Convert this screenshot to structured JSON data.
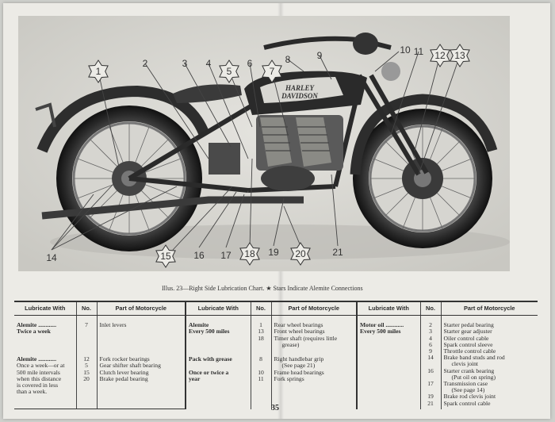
{
  "caption": "Illus. 23—Right Side Lubrication Chart.  ★ Stars Indicate Alemite Connections",
  "callouts": [
    {
      "label": "1",
      "star": true
    },
    {
      "label": "2",
      "star": false
    },
    {
      "label": "3",
      "star": false
    },
    {
      "label": "4",
      "star": false
    },
    {
      "label": "5",
      "star": true
    },
    {
      "label": "6",
      "star": false
    },
    {
      "label": "7",
      "star": true
    },
    {
      "label": "8",
      "star": false
    },
    {
      "label": "9",
      "star": false
    },
    {
      "label": "10",
      "star": false
    },
    {
      "label": "11",
      "star": false
    },
    {
      "label": "12",
      "star": true
    },
    {
      "label": "13",
      "star": true
    },
    {
      "label": "14",
      "star": false
    },
    {
      "label": "15",
      "star": true
    },
    {
      "label": "16",
      "star": false
    },
    {
      "label": "17",
      "star": false
    },
    {
      "label": "18",
      "star": true
    },
    {
      "label": "19",
      "star": false
    },
    {
      "label": "20",
      "star": true
    },
    {
      "label": "21",
      "star": false
    }
  ],
  "tank_logo": "HARLEY-DAVIDSON",
  "table": {
    "headers": [
      "Lubricate With",
      "No.",
      "Part of Motorcycle",
      "Lubricate With",
      "No.",
      "Part of Motorcycle",
      "Lubricate With",
      "No.",
      "Part of Motorcycle"
    ],
    "col1": {
      "g1_lub": [
        "Alemite ............",
        "Twice a week"
      ],
      "g1_nos": [
        "7"
      ],
      "g1_parts": [
        "Inlet levers"
      ],
      "g2_lub": [
        "Alemite ............",
        "Once a week—or at",
        "500 mile intervals",
        "when this distance",
        "is covered in less",
        "than a week."
      ],
      "g2_nos": [
        "12",
        "5",
        "15",
        "20"
      ],
      "g2_parts": [
        "Fork rocker bearings",
        "Gear shifter shaft bearing",
        "Clutch lever bearing",
        "Brake pedal bearing"
      ]
    },
    "col2": {
      "g1_lub": [
        "Alemite",
        "Every 500 miles"
      ],
      "g1_nos": [
        "1",
        "13",
        "18",
        "",
        ""
      ],
      "g1_parts": [
        "Rear wheel bearings",
        "Front wheel bearings",
        "Timer shaft (requires little",
        "grease)"
      ],
      "g2_lub": [
        "Pack with grease",
        "",
        "Once or twice a",
        "year"
      ],
      "g2_nos": [
        "8",
        "",
        "10",
        "11"
      ],
      "g2_parts": [
        "Right handlebar grip",
        "(See page 21)",
        "Frame head bearings",
        "Fork springs"
      ]
    },
    "col3": {
      "lub": [
        "Motor oil ............",
        "Every 500 miles"
      ],
      "nos": [
        "2",
        "3",
        "4",
        "6",
        "9",
        "14",
        "",
        "16",
        "",
        "17",
        "",
        "19",
        "21"
      ],
      "parts": [
        "Starter pedal bearing",
        "Starter gear adjuster",
        "Oiler control cable",
        "Spark control sleeve",
        "Throttle control cable",
        "Brake band studs and rod",
        "clevis joint",
        "Starter crank bearing",
        "(Put oil on spring)",
        "Transmission case",
        "(See page 14)",
        "Brake rod clevis joint",
        "Spark control cable"
      ]
    }
  },
  "page_number": "35"
}
